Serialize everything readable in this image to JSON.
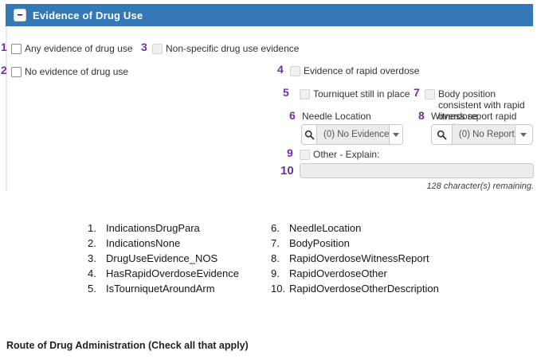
{
  "panel": {
    "title": "Evidence of Drug Use",
    "collapse_glyph": "−",
    "header_color": "#3478b6",
    "number_color": "#7030a0"
  },
  "icons": {
    "collapse": "minus-icon",
    "dropdown_left": "search-icon",
    "dropdown_right": "caret-down-icon"
  },
  "fields": {
    "f1": {
      "num": "1",
      "label": "Any evidence of drug use"
    },
    "f2": {
      "num": "2",
      "label": "No evidence of drug use"
    },
    "f3": {
      "num": "3",
      "label": "Non-specific drug use evidence"
    },
    "f4": {
      "num": "4",
      "label": "Evidence of rapid overdose"
    },
    "f5": {
      "num": "5",
      "label": "Tourniquet still in place"
    },
    "f6": {
      "num": "6",
      "label": "Needle Location",
      "value": "(0) No Evidence"
    },
    "f7": {
      "num": "7",
      "label": "Body position consistent with rapid overdose"
    },
    "f8": {
      "num": "8",
      "label": "Witness report rapid overdose",
      "value": "(0) No Report"
    },
    "f9": {
      "num": "9",
      "label": "Other - Explain:"
    },
    "f10": {
      "num": "10",
      "value": "",
      "remaining": "128 character(s) remaining."
    }
  },
  "legend": {
    "left": [
      {
        "num": "1.",
        "name": "IndicationsDrugPara"
      },
      {
        "num": "2.",
        "name": "IndicationsNone"
      },
      {
        "num": "3.",
        "name": "DrugUseEvidence_NOS"
      },
      {
        "num": "4.",
        "name": "HasRapidOverdoseEvidence"
      },
      {
        "num": "5.",
        "name": "IsTourniquetAroundArm"
      }
    ],
    "right": [
      {
        "num": "6.",
        "name": "NeedleLocation"
      },
      {
        "num": "7.",
        "name": "BodyPosition"
      },
      {
        "num": "8.",
        "name": "RapidOverdoseWitnessReport"
      },
      {
        "num": "9.",
        "name": "RapidOverdoseOther"
      },
      {
        "num": "10.",
        "name": "RapidOverdoseOtherDescription"
      }
    ]
  },
  "footer": {
    "heading": "Route of Drug Administration (Check all that apply)"
  }
}
